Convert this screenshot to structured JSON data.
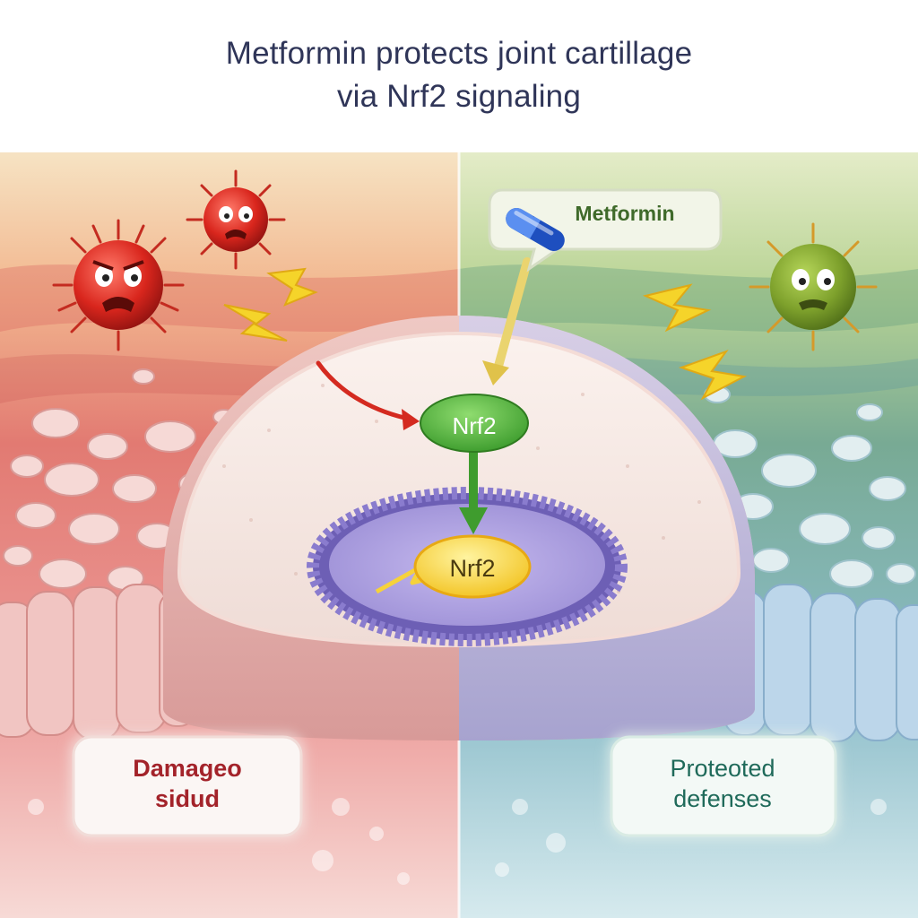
{
  "title": {
    "line1": "Metformin protects joint cartillage",
    "line2": "via Nrf2 signaling"
  },
  "labels": {
    "metformin": "Metformin",
    "nrf2_cytoplasm": "Nrf2",
    "nrf2_nucleus": "Nrf2",
    "damaged_line1": "Damageo",
    "damaged_line2": "sidud",
    "protected_line1": "Proteoted",
    "protected_line2": "defenses"
  },
  "colors": {
    "title": "#2f3558",
    "damaged_text": "#a3232a",
    "protected_text": "#1f6a5a",
    "metformin_text": "#3f6a2a",
    "left_tissue": "#e8868a",
    "right_tissue": "#8fc6c9",
    "nrf2_green": "#4caf3a",
    "nrf2_yellow": "#f5cf2a",
    "nucleus": "#9f92d6"
  },
  "icons": {
    "ros_left_large": "angry-red-ros-icon",
    "ros_left_small": "angry-red-ros-icon",
    "ros_right": "worried-green-ros-icon",
    "capsule": "blue-capsule-icon",
    "lightning": "lightning-bolt-icon"
  }
}
